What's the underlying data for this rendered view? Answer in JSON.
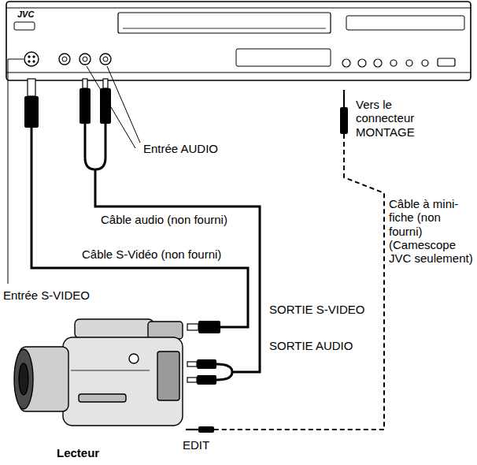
{
  "diagram": {
    "labels": [
      "JVC",
      "Entrée AUDIO",
      "Vers le connecteur MONTAGE",
      "Câble audio (non fourni)",
      "Câble S-Vidéo (non fourni)",
      "Câble à mini-fiche (non fourni) (Camescope JVC seulement)",
      "Entrée S-VIDEO",
      "SORTIE S-VIDEO",
      "SORTIE AUDIO",
      "EDIT",
      "Lecteur"
    ]
  }
}
